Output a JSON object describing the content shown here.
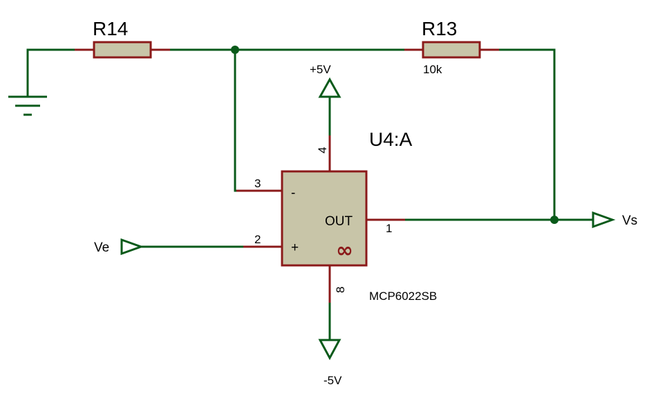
{
  "colors": {
    "wire": "#0a5a1a",
    "pin": "#8b1a1a",
    "body_fill": "#c8c5a8",
    "text": "#000000"
  },
  "components": {
    "r14": {
      "ref": "R14"
    },
    "r13": {
      "ref": "R13",
      "value": "10k"
    },
    "opamp": {
      "ref": "U4:A",
      "part": "MCP6022SB",
      "out_label": "OUT",
      "inv_label": "-",
      "noninv_label": "+",
      "symbol": "∞"
    }
  },
  "pins": {
    "p1": "1",
    "p2": "2",
    "p3": "3",
    "p4": "4",
    "p8": "8"
  },
  "power": {
    "vpos": "+5V",
    "vneg": "-5V"
  },
  "terminals": {
    "input": "Ve",
    "output": "Vs"
  },
  "icons": {
    "ground": "ground-icon",
    "power_pos": "power-up-arrow-icon",
    "power_neg": "power-down-arrow-icon"
  }
}
